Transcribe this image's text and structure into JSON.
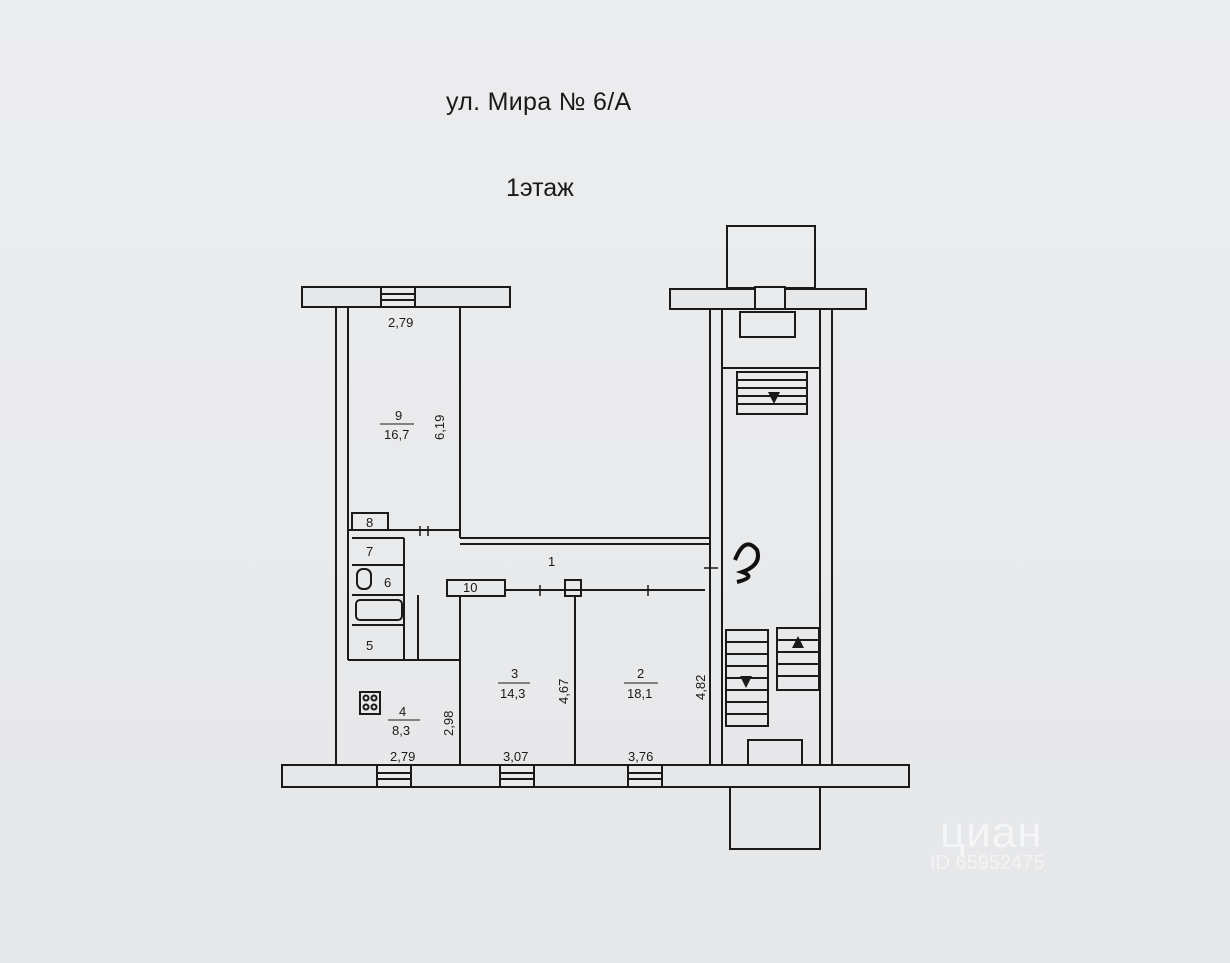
{
  "header": {
    "address": "ул. Мира  № 6/А",
    "floor": "1этаж"
  },
  "rooms": [
    {
      "id": "1",
      "area": ""
    },
    {
      "id": "2",
      "area": "18,1"
    },
    {
      "id": "3",
      "area": "14,3"
    },
    {
      "id": "4",
      "area": "8,3"
    },
    {
      "id": "5",
      "area": ""
    },
    {
      "id": "6",
      "area": ""
    },
    {
      "id": "7",
      "area": ""
    },
    {
      "id": "8",
      "area": ""
    },
    {
      "id": "9",
      "area": "16,7"
    },
    {
      "id": "10",
      "area": ""
    }
  ],
  "dimensions": {
    "r9_width": "2,79",
    "r9_length": "6,19",
    "r4_height": "2,98",
    "r4_width": "2,79",
    "r3_length": "4,67",
    "r3_width": "3,07",
    "r2_length": "4,82",
    "r2_width": "3,76"
  },
  "watermark": {
    "brand": "циан",
    "id": "ID 65952475"
  }
}
